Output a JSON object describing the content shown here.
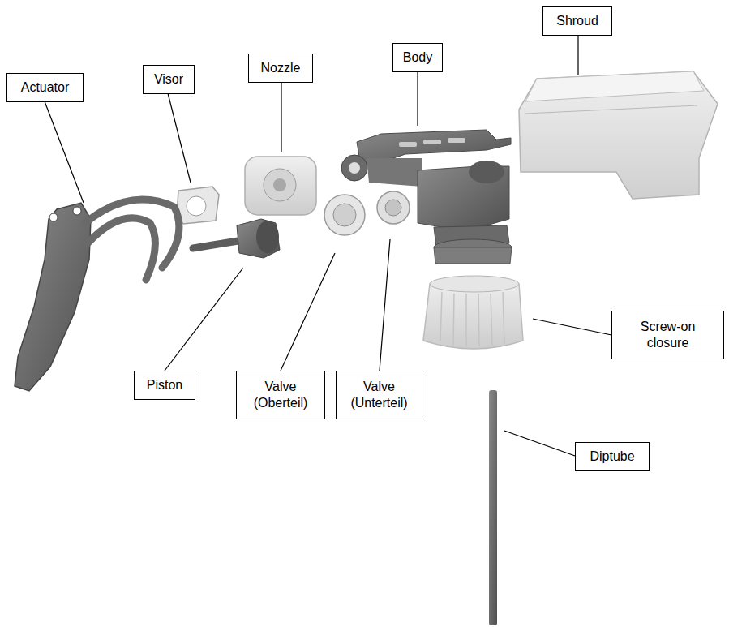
{
  "diagram": {
    "nodes": [
      {
        "text": [
          "Actuator"
        ]
      },
      {
        "text": [
          "Visor"
        ]
      },
      {
        "text": [
          "Nozzle"
        ]
      },
      {
        "text": [
          "Body"
        ]
      },
      {
        "text": [
          "Shroud"
        ]
      },
      {
        "text": [
          "Piston"
        ]
      },
      {
        "text": [
          "Valve (Oberteil)"
        ]
      },
      {
        "text": [
          "Valve (Unterteil)"
        ]
      },
      {
        "text": [
          "Screw-on closure"
        ]
      },
      {
        "text": [
          "Diptube"
        ]
      }
    ]
  }
}
